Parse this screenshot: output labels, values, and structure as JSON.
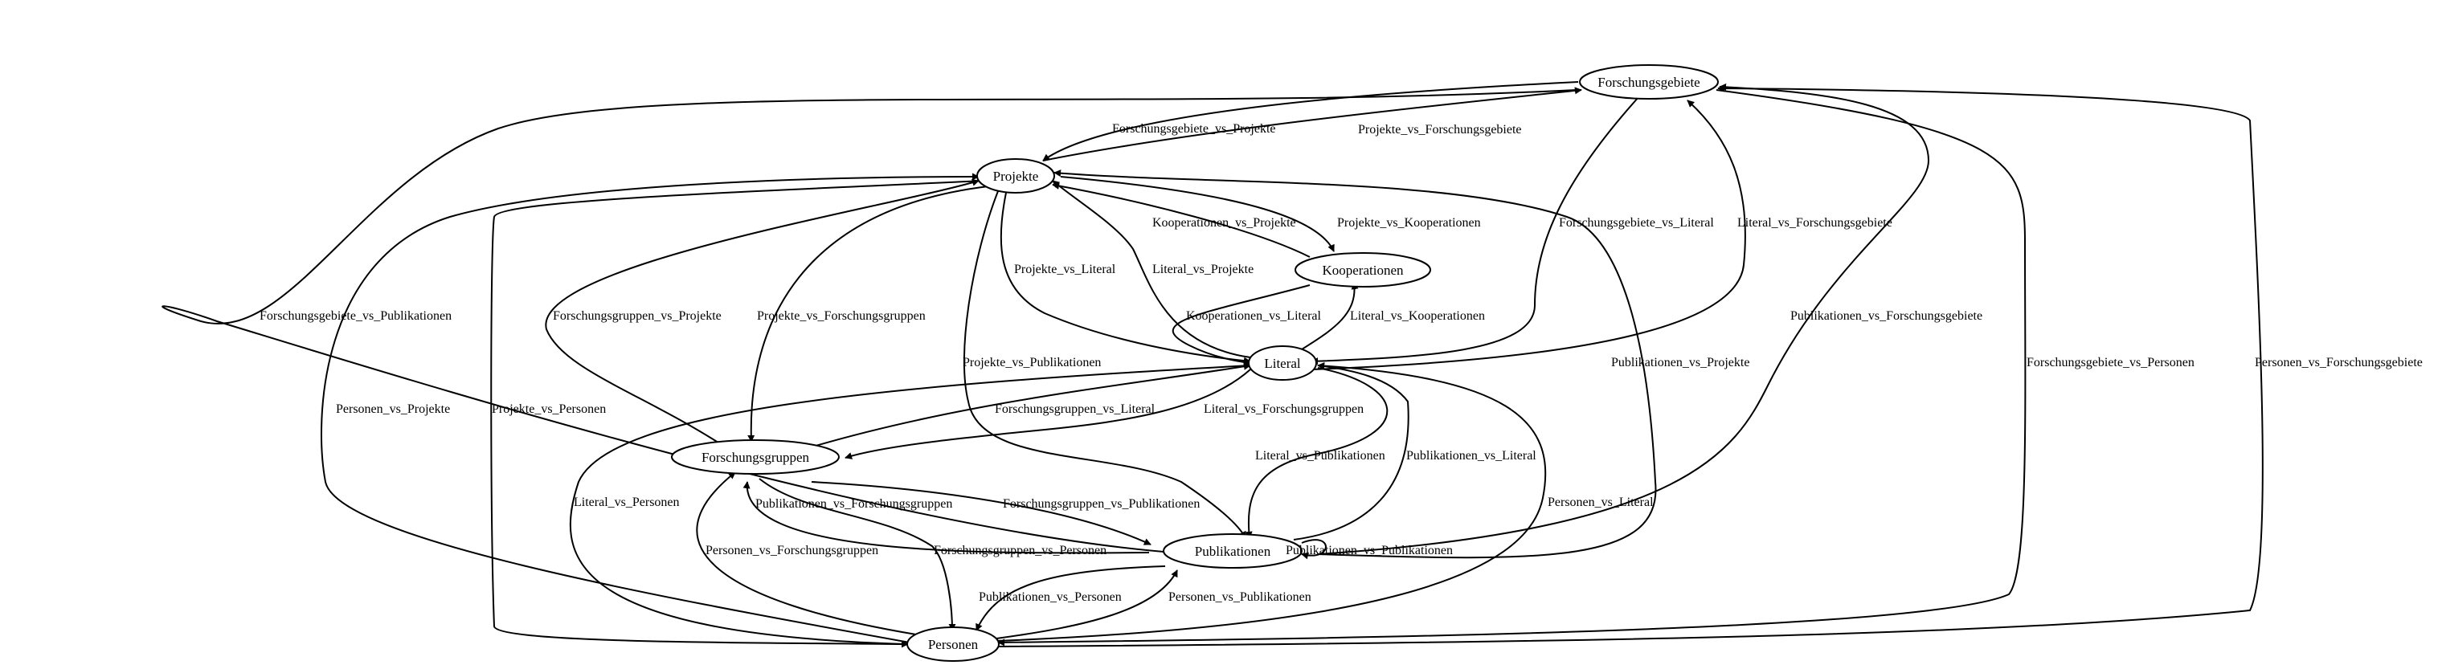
{
  "nodes": {
    "forschungsgebiete": "Forschungsgebiete",
    "projekte": "Projekte",
    "kooperationen": "Kooperationen",
    "literal": "Literal",
    "forschungsgruppen": "Forschungsgruppen",
    "publikationen": "Publikationen",
    "personen": "Personen"
  },
  "edges": {
    "forschungsgebiete_vs_projekte": "Forschungsgebiete_vs_Projekte",
    "projekte_vs_forschungsgebiete": "Projekte_vs_Forschungsgebiete",
    "kooperationen_vs_projekte": "Kooperationen_vs_Projekte",
    "projekte_vs_kooperationen": "Projekte_vs_Kooperationen",
    "forschungsgebiete_vs_literal": "Forschungsgebiete_vs_Literal",
    "literal_vs_forschungsgebiete": "Literal_vs_Forschungsgebiete",
    "forschungsgebiete_vs_publikationen": "Forschungsgebiete_vs_Publikationen",
    "projekte_vs_literal": "Projekte_vs_Literal",
    "literal_vs_projekte": "Literal_vs_Projekte",
    "kooperationen_vs_literal": "Kooperationen_vs_Literal",
    "literal_vs_kooperationen": "Literal_vs_Kooperationen",
    "forschungsgruppen_vs_projekte": "Forschungsgruppen_vs_Projekte",
    "projekte_vs_forschungsgruppen": "Projekte_vs_Forschungsgruppen",
    "projekte_vs_publikationen": "Projekte_vs_Publikationen",
    "publikationen_vs_projekte": "Publikationen_vs_Projekte",
    "publikationen_vs_forschungsgebiete": "Publikationen_vs_Forschungsgebiete",
    "forschungsgebiete_vs_personen": "Forschungsgebiete_vs_Personen",
    "personen_vs_forschungsgebiete": "Personen_vs_Forschungsgebiete",
    "personen_vs_projekte": "Personen_vs_Projekte",
    "projekte_vs_personen": "Projekte_vs_Personen",
    "forschungsgruppen_vs_literal": "Forschungsgruppen_vs_Literal",
    "literal_vs_forschungsgruppen": "Literal_vs_Forschungsgruppen",
    "literal_vs_publikationen": "Literal_vs_Publikationen",
    "publikationen_vs_literal": "Publikationen_vs_Literal",
    "literal_vs_personen": "Literal_vs_Personen",
    "personen_vs_literal": "Personen_vs_Literal",
    "publikationen_vs_forschungsgruppen": "Publikationen_vs_Forschungsgruppen",
    "forschungsgruppen_vs_publikationen": "Forschungsgruppen_vs_Publikationen",
    "publikationen_vs_publikationen": "Publikationen_vs_Publikationen",
    "personen_vs_forschungsgruppen": "Personen_vs_Forschungsgruppen",
    "forschungsgruppen_vs_personen": "Forschungsgruppen_vs_Personen",
    "publikationen_vs_personen": "Publikationen_vs_Personen",
    "personen_vs_publikationen": "Personen_vs_Publikationen"
  }
}
